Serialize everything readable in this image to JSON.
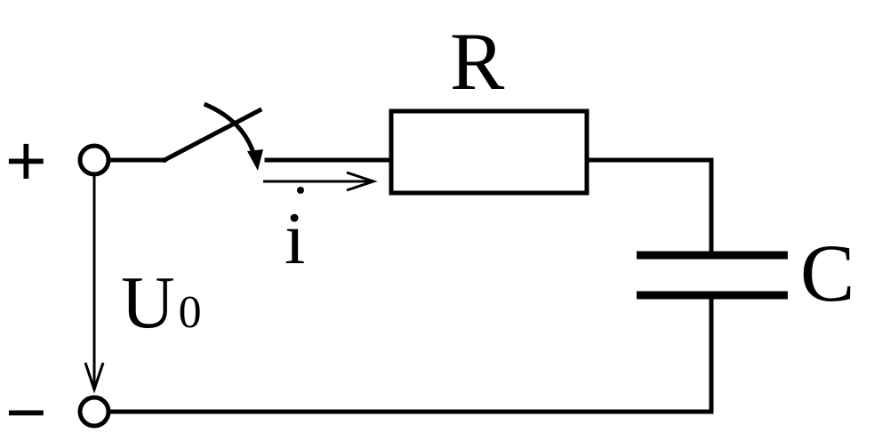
{
  "labels": {
    "resistor": "R",
    "capacitor": "C",
    "current": "i",
    "voltage_main": "U",
    "voltage_sub": "0",
    "plus": "+",
    "minus": "−"
  }
}
